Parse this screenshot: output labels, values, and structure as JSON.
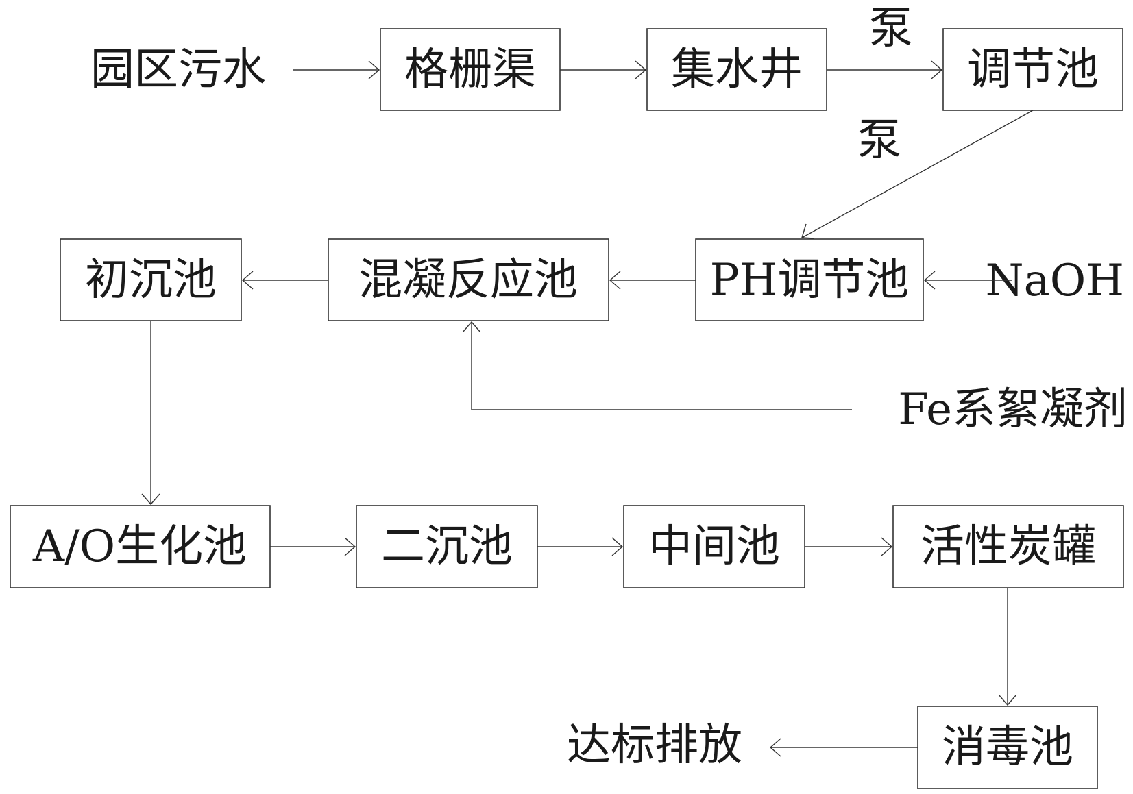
{
  "nodes": {
    "grille": "格栅渠",
    "sump": "集水井",
    "equalization": "调节池",
    "ph_adjust": "PH调节池",
    "coagulation": "混凝反应池",
    "primary_settling": "初沉池",
    "ao_bio": "A/O生化池",
    "secondary_settling": "二沉池",
    "intermediate": "中间池",
    "activated_carbon": "活性炭罐",
    "disinfection": "消毒池"
  },
  "inputs": {
    "park_wastewater": "园区污水",
    "naoh": "NaOH",
    "fe_flocculant": "Fe系絮凝剂"
  },
  "output": {
    "discharge": "达标排放"
  },
  "edge_labels": {
    "pump_1": "泵",
    "pump_2": "泵"
  }
}
